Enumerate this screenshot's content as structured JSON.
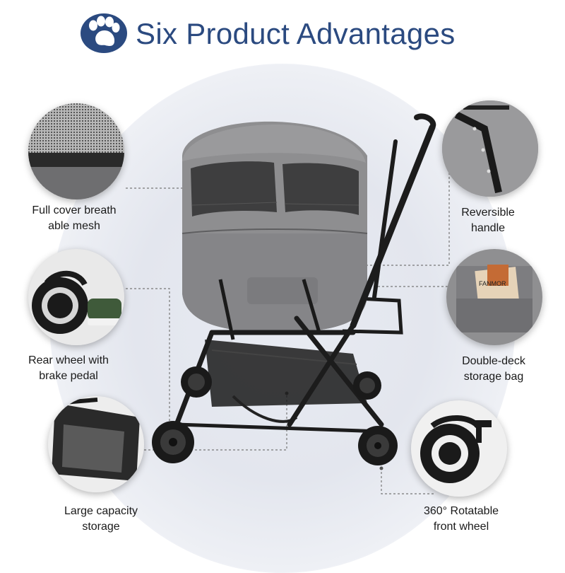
{
  "header": {
    "title": "Six Product Advantages",
    "icon": "paw-icon",
    "title_color": "#2b4a80"
  },
  "features": [
    {
      "id": "mesh",
      "label": "Full cover breath\nable mesh",
      "icon": "mesh-detail-icon"
    },
    {
      "id": "handle",
      "label": "Reversible\nhandle",
      "icon": "handle-detail-icon"
    },
    {
      "id": "rear-wheel",
      "label": "Rear wheel with\nbrake pedal",
      "icon": "rear-wheel-detail-icon"
    },
    {
      "id": "storage-bag",
      "label": "Double-deck\nstorage bag",
      "icon": "storage-bag-detail-icon"
    },
    {
      "id": "basket",
      "label": "Large capacity\nstorage",
      "icon": "basket-detail-icon"
    },
    {
      "id": "front-wheel",
      "label": "360° Rotatable\nfront wheel",
      "icon": "front-wheel-detail-icon"
    }
  ],
  "bag_brand": "FANMOR",
  "colors": {
    "accent": "#2b4a80",
    "fabric": "#8e8e90",
    "frame": "#1c1c1c"
  }
}
